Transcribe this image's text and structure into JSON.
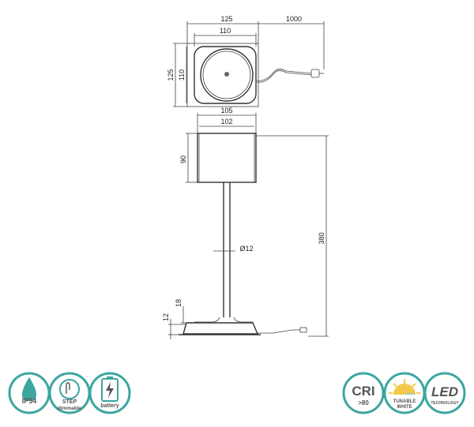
{
  "top_view": {
    "outer_width": "125",
    "inner_width": "110",
    "cable_length": "1000",
    "outer_height": "125",
    "inner_height": "110"
  },
  "side_view": {
    "shade_outer_width": "105",
    "shade_inner_width": "102",
    "shade_height": "90",
    "total_height": "380",
    "stem_diameter": "Ø12",
    "base_height_a": "18",
    "base_height_b": "12"
  },
  "badges": [
    {
      "id": "ip54",
      "label": "IP54"
    },
    {
      "id": "step",
      "label_line1": "STEP",
      "label_line2": "dimmable"
    },
    {
      "id": "battery",
      "label": "battery"
    },
    {
      "id": "cri",
      "label_main": "CRI",
      "label_sub": ">80"
    },
    {
      "id": "tunable",
      "label_line1": "TUNABLE",
      "label_line2": "WHITE"
    },
    {
      "id": "led",
      "label_main": "LED",
      "label_sub": "TECHNOLOGY"
    }
  ],
  "colors": {
    "accent": "#3ca6a0",
    "line": "#444444"
  }
}
